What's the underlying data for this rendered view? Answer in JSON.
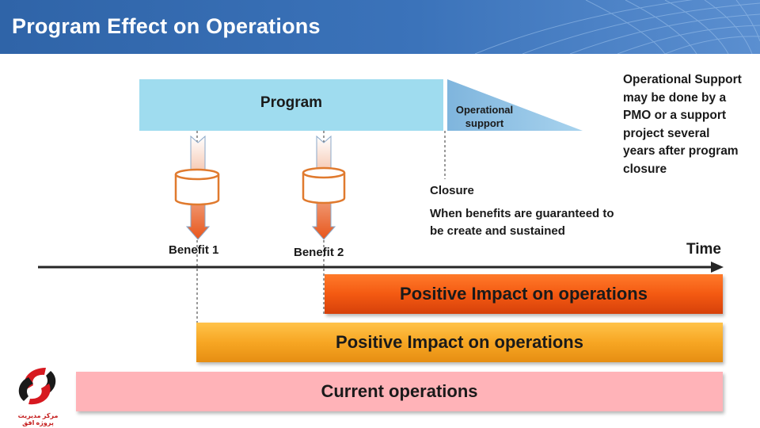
{
  "header": {
    "title": "Program Effect on Operations"
  },
  "program": {
    "label": "Program"
  },
  "operational_support": {
    "label": "Operational support"
  },
  "note": {
    "text": "Operational Support may be done by a PMO or a support project several years after program closure"
  },
  "closure": {
    "title": "Closure",
    "description": "When benefits are guaranteed to be create and sustained"
  },
  "benefits": [
    {
      "label": "Benefit 1"
    },
    {
      "label": "Benefit 2"
    }
  ],
  "timeline": {
    "label": "Time"
  },
  "bars": {
    "impact_top": "Positive Impact on operations",
    "impact_middle": "Positive Impact on operations",
    "current": "Current operations"
  },
  "logo": {
    "text": "مرکز مدیریت پروژه افق"
  },
  "colors": {
    "header": "#3b73ba",
    "program": "#9fdcef",
    "support_triangle": "#8ec3e3",
    "impact_top": "#f45a12",
    "impact_middle": "#f7a623",
    "current": "#ffb3b8",
    "logo_red": "#d71920"
  }
}
